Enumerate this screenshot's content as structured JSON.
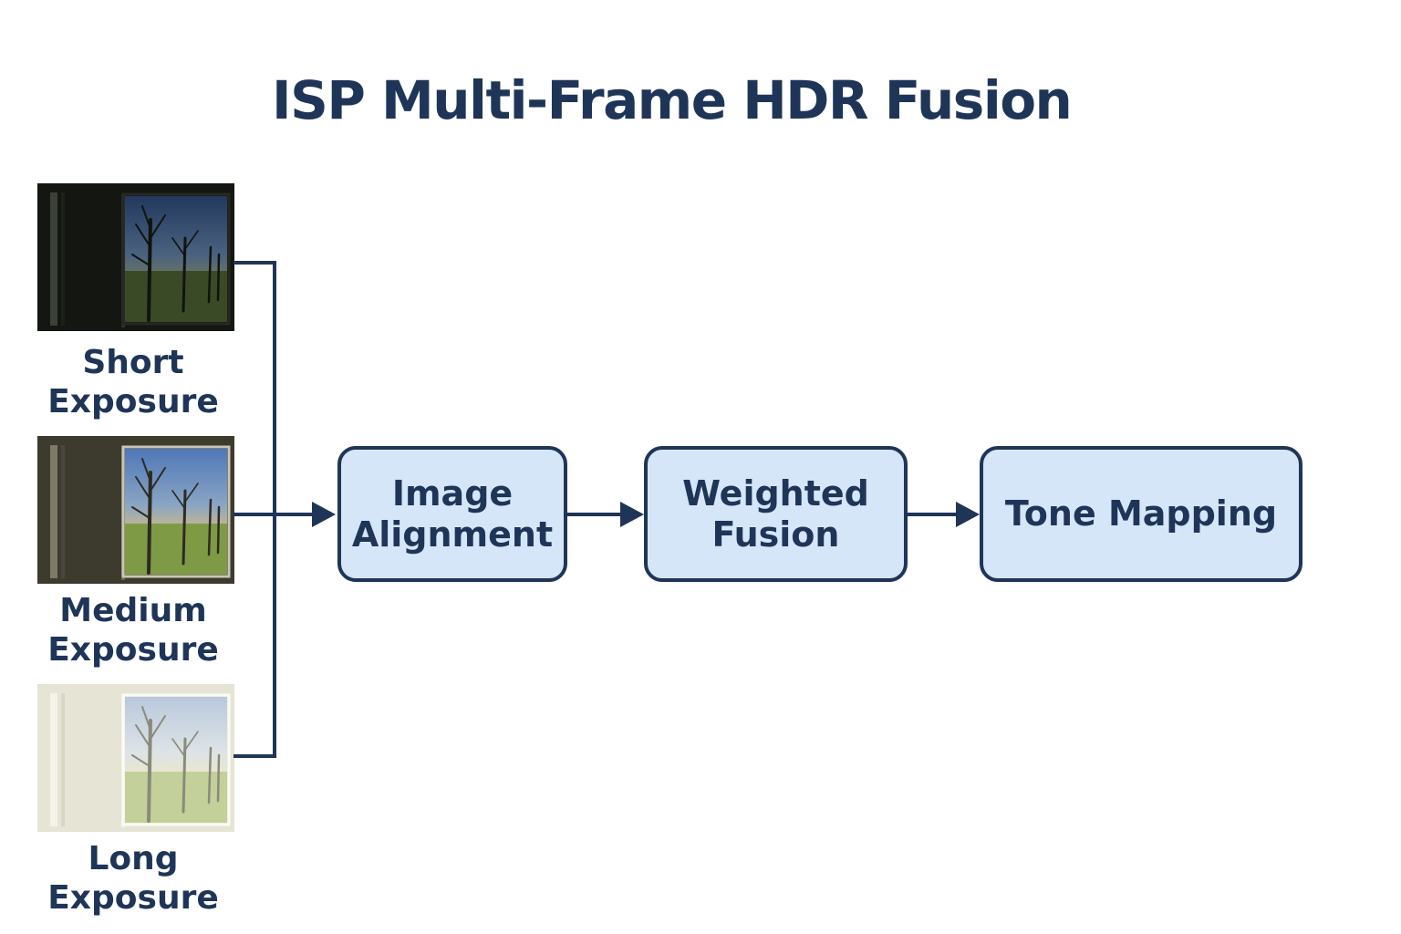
{
  "title": "ISP Multi-Frame HDR Fusion",
  "inputs": [
    {
      "line1": "Short",
      "line2": "Exposure",
      "image": "window-landscape-dark-photo"
    },
    {
      "line1": "Medium",
      "line2": "Exposure",
      "image": "window-landscape-normal-photo"
    },
    {
      "line1": "Long",
      "line2": "Exposure",
      "image": "window-landscape-bright-photo"
    }
  ],
  "stages": [
    {
      "line1": "Image",
      "line2": "Alignment"
    },
    {
      "line1": "Weighted",
      "line2": "Fusion"
    },
    {
      "line1": "Tone Mapping",
      "line2": ""
    }
  ],
  "colors": {
    "ink": "#1f3558",
    "box_fill": "#d6e6f9",
    "background": "#ffffff"
  }
}
